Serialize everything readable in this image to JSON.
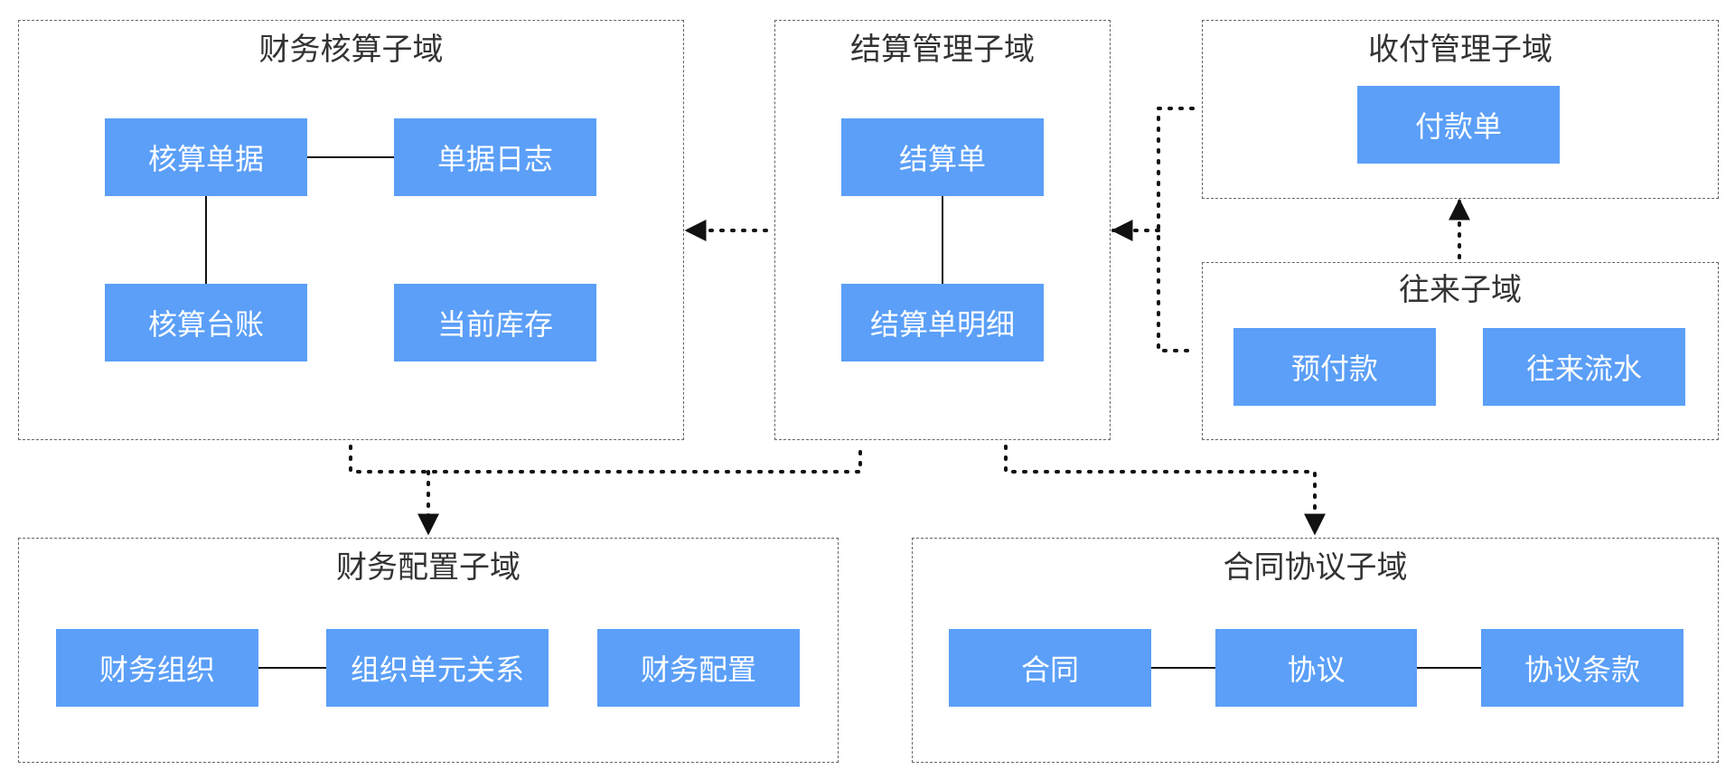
{
  "colors": {
    "entity_fill": "#5b9ff8",
    "entity_text": "#ffffff",
    "border": "#666666",
    "connector": "#111111"
  },
  "domains": {
    "finance_accounting": {
      "title": "财务核算子域",
      "entities": {
        "voucher": "核算单据",
        "voucher_log": "单据日志",
        "ledger": "核算台账",
        "inventory": "当前库存"
      }
    },
    "settlement": {
      "title": "结算管理子域",
      "entities": {
        "statement": "结算单",
        "statement_detail": "结算单明细"
      }
    },
    "payment": {
      "title": "收付管理子域",
      "entities": {
        "payment_order": "付款单"
      }
    },
    "current_account": {
      "title": "往来子域",
      "entities": {
        "prepayment": "预付款",
        "transaction_flow": "往来流水"
      }
    },
    "finance_config": {
      "title": "财务配置子域",
      "entities": {
        "finance_org": "财务组织",
        "org_unit_relation": "组织单元关系",
        "finance_setting": "财务配置"
      }
    },
    "contract": {
      "title": "合同协议子域",
      "entities": {
        "contract": "合同",
        "agreement": "协议",
        "agreement_terms": "协议条款"
      }
    }
  }
}
